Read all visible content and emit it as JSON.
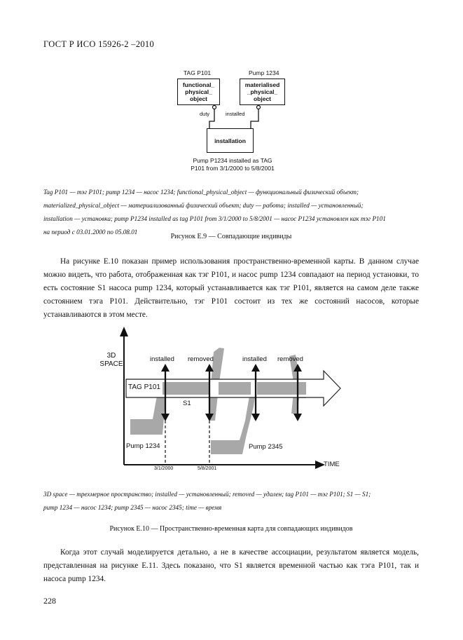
{
  "header": "ГОСТ Р ИСО 15926-2 –2010",
  "fig9": {
    "label_tag": "TAG P101",
    "label_pump": "Pump 1234",
    "box_functional": "functional_ physical_ object",
    "box_materialised": "materialised _physical_ object",
    "role_duty": "duty",
    "role_installed": "installed",
    "box_installation": "installation",
    "note_line1": "Pump P1234 installed as TAG",
    "note_line2": "P101 from 3/1/2000 to 5/8/2001"
  },
  "fig9_legend": [
    "Tag P101 — тэг P101; pump 1234 — насос 1234; functional_physical_object — функциональный физический объект;",
    "materialized_physical_object — материализованный физический объект; duty — работа; installed — установленный;",
    "installation — установка; pump P1234 installed as tag P101 from 3/1/2000 to 5/8/2001 — насос P1234 установлен как тэг P101",
    "на период с 03.01.2000 по 05.08.01"
  ],
  "fig9_caption": "Рисунок Е.9 — Совпадающие индивиды",
  "paragraph1": "На рисунке Е.10 показан пример использования пространственно-временной карты. В данном случае можно видеть, что работа, отображенная как тэг P101, и насос pump 1234 совпадают на период установки, то есть состояние S1 насоса pump 1234, который устанавливается как тэг P101, является на самом деле также состоянием тэга P101. Действительно, тэг P101 состоит из тех же состояний насосов, которые устанавливаются в этом месте.",
  "fig10": {
    "axis_y_line1": "3D",
    "axis_y_line2": "SPACE",
    "axis_x": "TIME",
    "installed_1": "installed",
    "removed_1": "removed",
    "installed_2": "installed",
    "removed_2": "removed",
    "tag": "TAG P101",
    "s1": "S1",
    "pump1234": "Pump 1234",
    "pump2345": "Pump 2345",
    "date1": "3/1/2000",
    "date2": "5/8/2001"
  },
  "fig10_legend": [
    "3D space — трехмерное пространство; installed — установленный; removed — удален; tag P101 — тэг P101; S1 — S1;",
    "pump 1234 — насос 1234; pump 2345 — насос 2345; time — время"
  ],
  "fig10_caption": "Рисунок Е.10 — Пространственно-временная карта для совпадающих индивидов",
  "paragraph2": "Когда этот случай моделируется детально, а не в качестве ассоциации, результатом является модель, представленная на рисунке Е.11. Здесь показано, что S1 является временной частью как тэга P101, так и насоса pump 1234.",
  "page_number": "228"
}
